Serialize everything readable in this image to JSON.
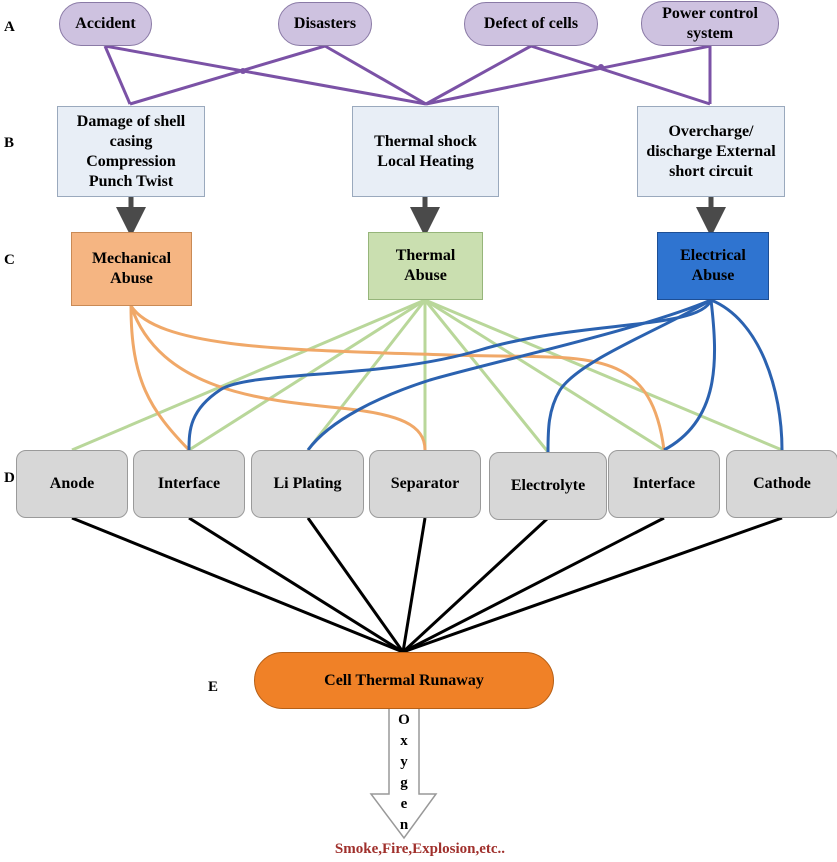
{
  "rows": {
    "a": "A",
    "b": "B",
    "c": "C",
    "d": "D",
    "e": "E"
  },
  "causes": [
    {
      "label": "Accident"
    },
    {
      "label": "Disasters"
    },
    {
      "label": "Defect of cells"
    },
    {
      "label": "Power control system"
    }
  ],
  "mechanisms": [
    {
      "label": "Damage of shell casing Compression Punch Twist"
    },
    {
      "label": "Thermal shock Local Heating"
    },
    {
      "label": "Overcharge/ discharge External short circuit"
    }
  ],
  "abuses": [
    {
      "label": "Mechanical Abuse"
    },
    {
      "label": "Thermal Abuse"
    },
    {
      "label": "Electrical Abuse"
    }
  ],
  "components": [
    {
      "label": "Anode"
    },
    {
      "label": "Interface"
    },
    {
      "label": "Li Plating"
    },
    {
      "label": "Separator"
    },
    {
      "label": "Electrolyte"
    },
    {
      "label": "Interface"
    },
    {
      "label": "Cathode"
    }
  ],
  "runaway": {
    "label": "Cell Thermal Runaway"
  },
  "oxygen_letters": [
    "O",
    "x",
    "y",
    "g",
    "e",
    "n"
  ],
  "result": "Smoke,Fire,Explosion,etc..",
  "colors": {
    "cause_links": "#7b52a6",
    "mechanical_links": "#f0a868",
    "thermal_links": "#b9d79a",
    "electrical_links": "#2b62b0",
    "component_links": "#000000",
    "arrow": "#4a4a4a",
    "result_text": "#a0302c"
  }
}
